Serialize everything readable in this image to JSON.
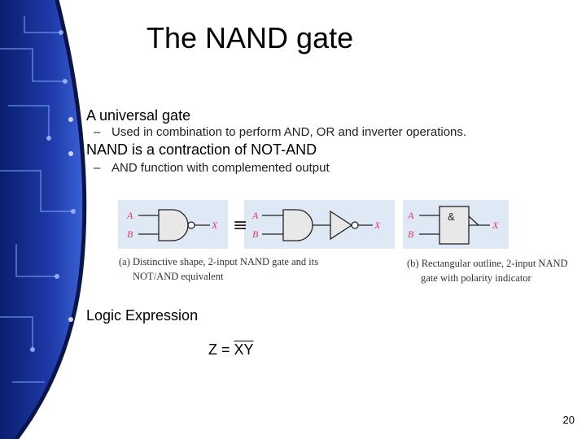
{
  "slide": {
    "title": "The NAND gate",
    "bullets": [
      {
        "text": "A universal gate",
        "sub": "Used in combination to perform AND, OR and inverter operations."
      },
      {
        "text": "NAND is a contraction of NOT-AND",
        "sub": "AND function with complemented output"
      },
      {
        "text": "Logic Expression"
      }
    ],
    "expression": {
      "lhs": "Z = ",
      "overbar": "XY"
    },
    "page_number": "20"
  },
  "figure": {
    "input_a": "A",
    "input_b": "B",
    "output": "X",
    "equivalence_symbol": "≡",
    "and_symbol": "&",
    "caption_a_line1": "(a) Distinctive shape, 2-input NAND gate and its",
    "caption_a_line2": "NOT/AND equivalent",
    "caption_b_line1": "(b) Rectangular outline, 2-input NAND",
    "caption_b_line2": "gate with polarity indicator",
    "colors": {
      "label": "#e03a6a",
      "gate_fill": "#e8e8e8",
      "panel": "#dfe8f5"
    }
  }
}
